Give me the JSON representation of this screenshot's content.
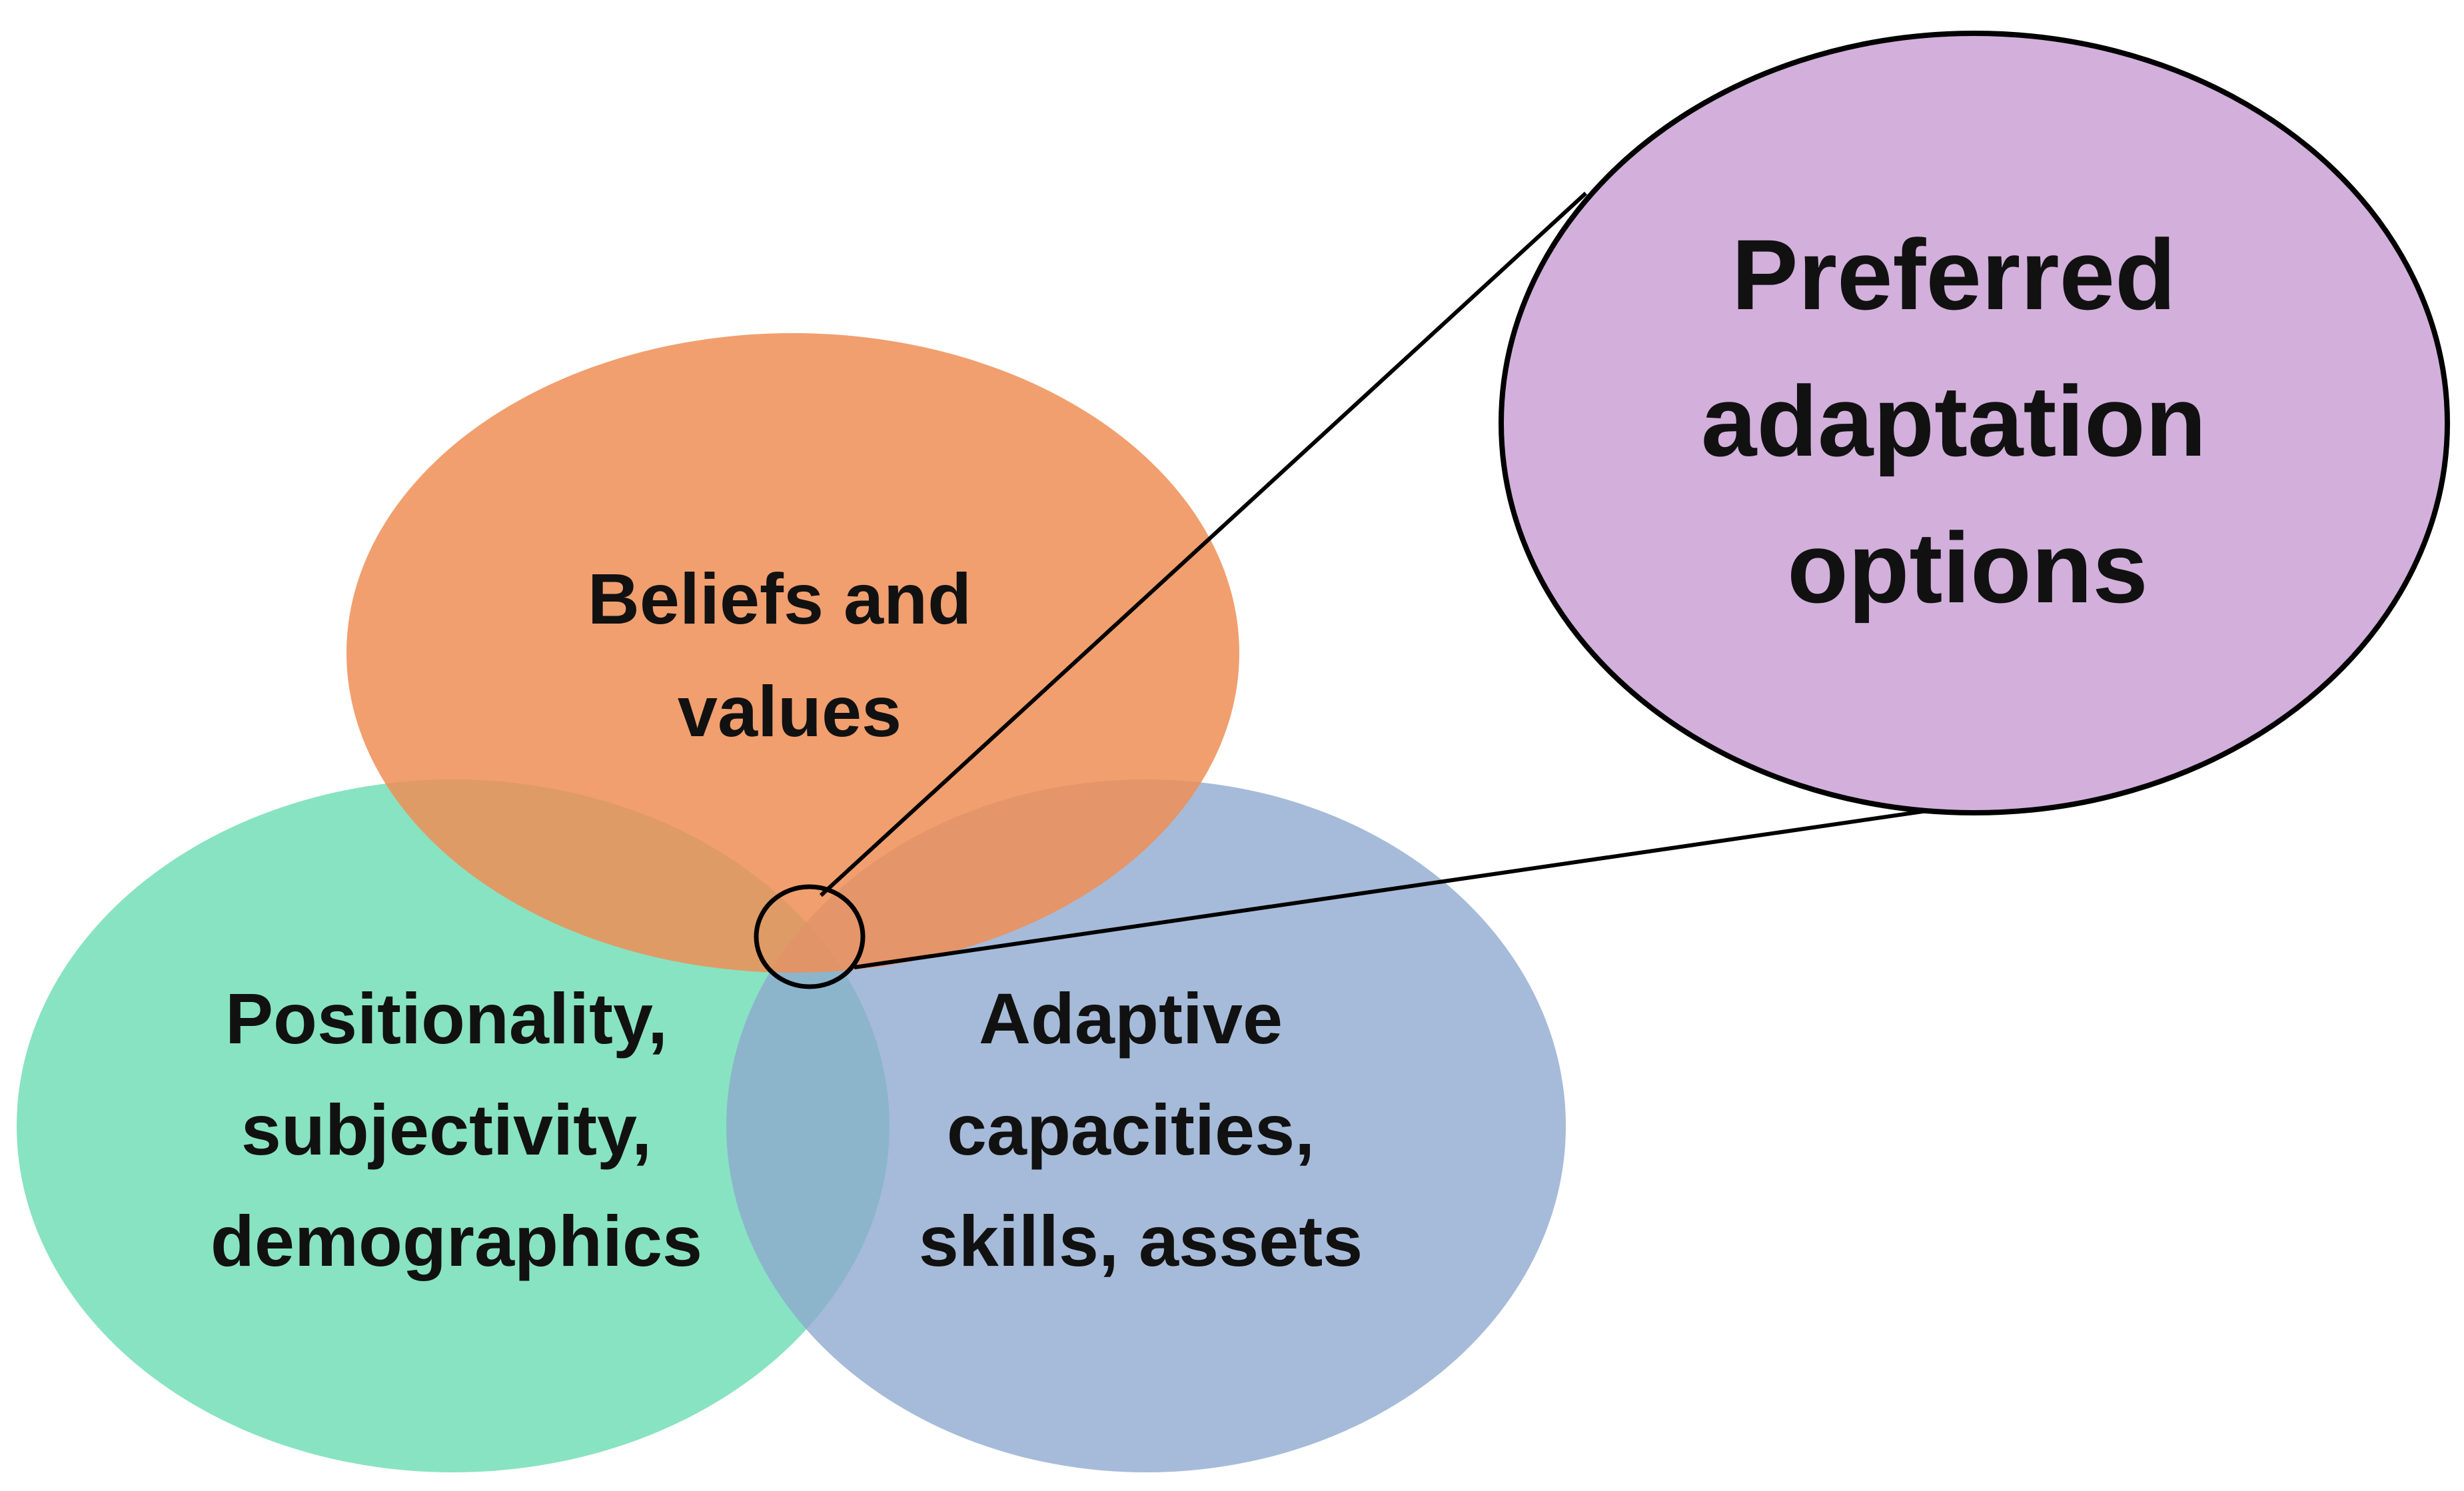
{
  "colors": {
    "beliefs_fill": "#EE8E55",
    "positionality_fill": "#6EDDB4",
    "capacities_fill": "#8DA8CE",
    "preferred_fill": "#D2B0DB",
    "outline": "#000000",
    "text": "#111111"
  },
  "circles": {
    "beliefs": {
      "lines": [
        "Beliefs and",
        "values"
      ]
    },
    "positionality": {
      "lines": [
        "Positionality,",
        "subjectivity,",
        "demographics"
      ]
    },
    "capacities": {
      "lines": [
        "Adaptive",
        "capacities,",
        "skills, assets"
      ]
    },
    "preferred": {
      "lines": [
        "Preferred",
        "adaptation",
        "options"
      ]
    }
  }
}
